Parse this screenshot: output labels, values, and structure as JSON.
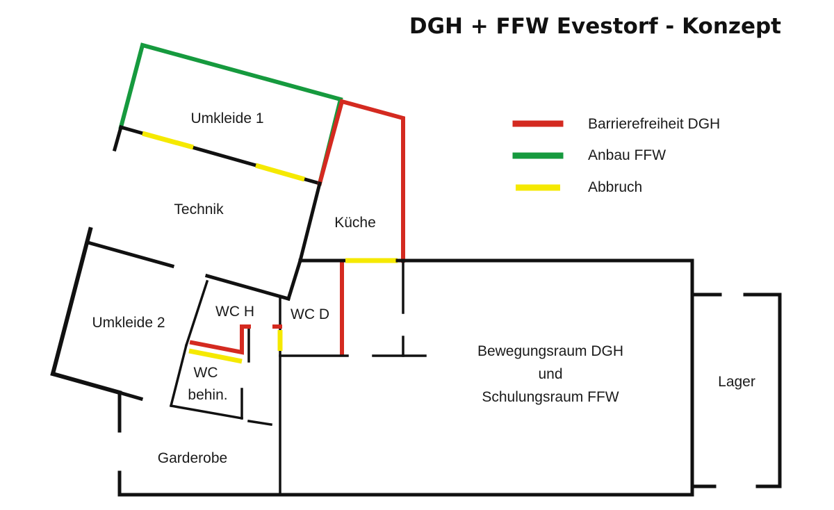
{
  "title": "DGH + FFW  Evestorf  -  Konzept",
  "legend": {
    "items": [
      {
        "label": "Barrierefreiheit DGH",
        "color": "#d42a20"
      },
      {
        "label": "Anbau  FFW",
        "color": "#169a3e"
      },
      {
        "label": "Abbruch",
        "color": "#f5e900"
      }
    ]
  },
  "rooms": {
    "umkleide1": "Umkleide 1",
    "technik": "Technik",
    "kueche": "Küche",
    "umkleide2": "Umkleide 2",
    "wc_h": "WC  H",
    "wc_d": "WC D",
    "wc_behin_line1": "WC",
    "wc_behin_line2": "behin.",
    "garderobe": "Garderobe",
    "bewegungsraum_line1": "Bewegungsraum DGH",
    "bewegungsraum_line2": "und",
    "bewegungsraum_line3": "Schulungsraum FFW",
    "lager": "Lager"
  }
}
